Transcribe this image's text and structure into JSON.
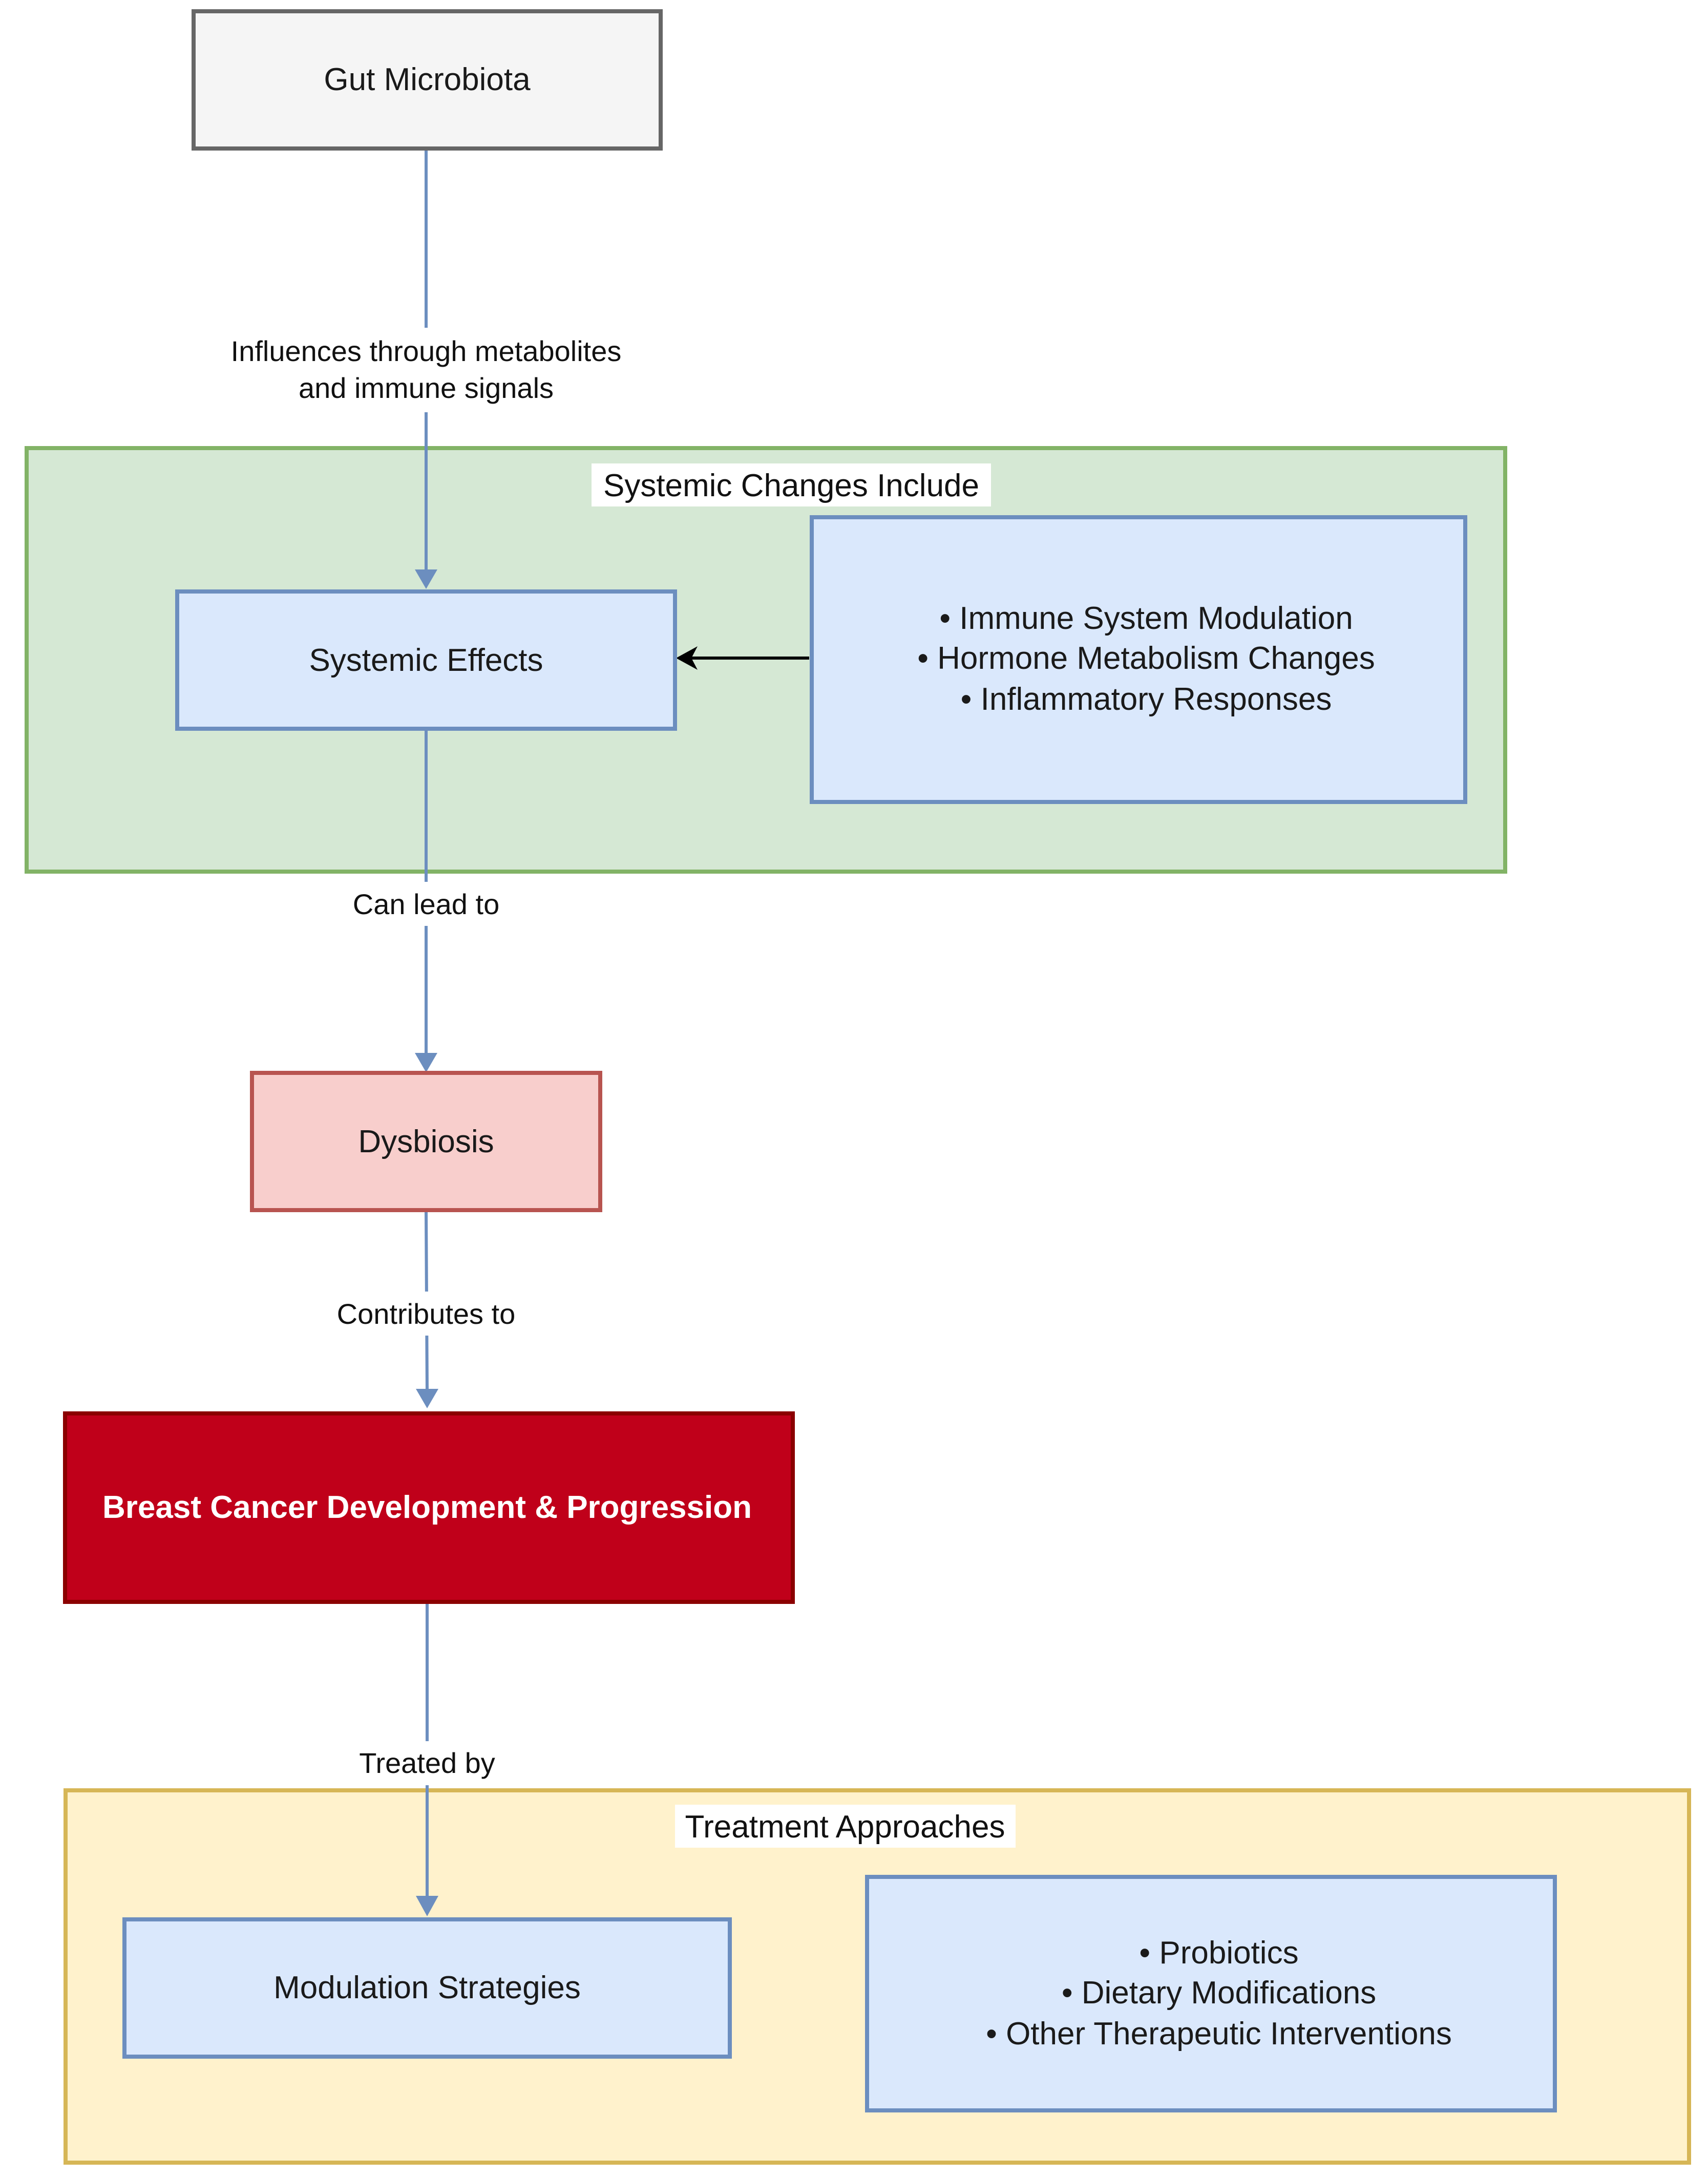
{
  "nodes": {
    "gut_microbiota": "Gut Microbiota",
    "systemic_effects": "Systemic Effects",
    "systemic_changes_list": [
      "• Immune System Modulation",
      "• Hormone Metabolism Changes",
      "• Inflammatory Responses"
    ],
    "dysbiosis": "Dysbiosis",
    "breast_cancer": "Breast Cancer Development & Progression",
    "modulation_strategies": "Modulation Strategies",
    "treatment_list": [
      "• Probiotics",
      "• Dietary Modifications",
      "• Other Therapeutic Interventions"
    ]
  },
  "groups": {
    "systemic_changes_title": "Systemic Changes Include",
    "treatment_title": "Treatment Approaches"
  },
  "edges": {
    "influences_line1": "Influences through metabolites",
    "influences_line2": "and immune signals",
    "can_lead_to": "Can lead to",
    "contributes_to": "Contributes to",
    "treated_by": "Treated by"
  },
  "colors": {
    "gray_fill": "#f5f5f5",
    "gray_stroke": "#666666",
    "green_fill": "#d5e8d4",
    "green_stroke": "#82b366",
    "blue_fill": "#dae8fc",
    "blue_stroke": "#6c8ebf",
    "pink_fill": "#f8cecc",
    "pink_stroke": "#b85450",
    "red_fill": "#c0001a",
    "red_stroke": "#8b0000",
    "yellow_fill": "#fff2cc",
    "yellow_stroke": "#d6b656",
    "arrow_blue": "#6c8ebf",
    "arrow_black": "#000000"
  }
}
